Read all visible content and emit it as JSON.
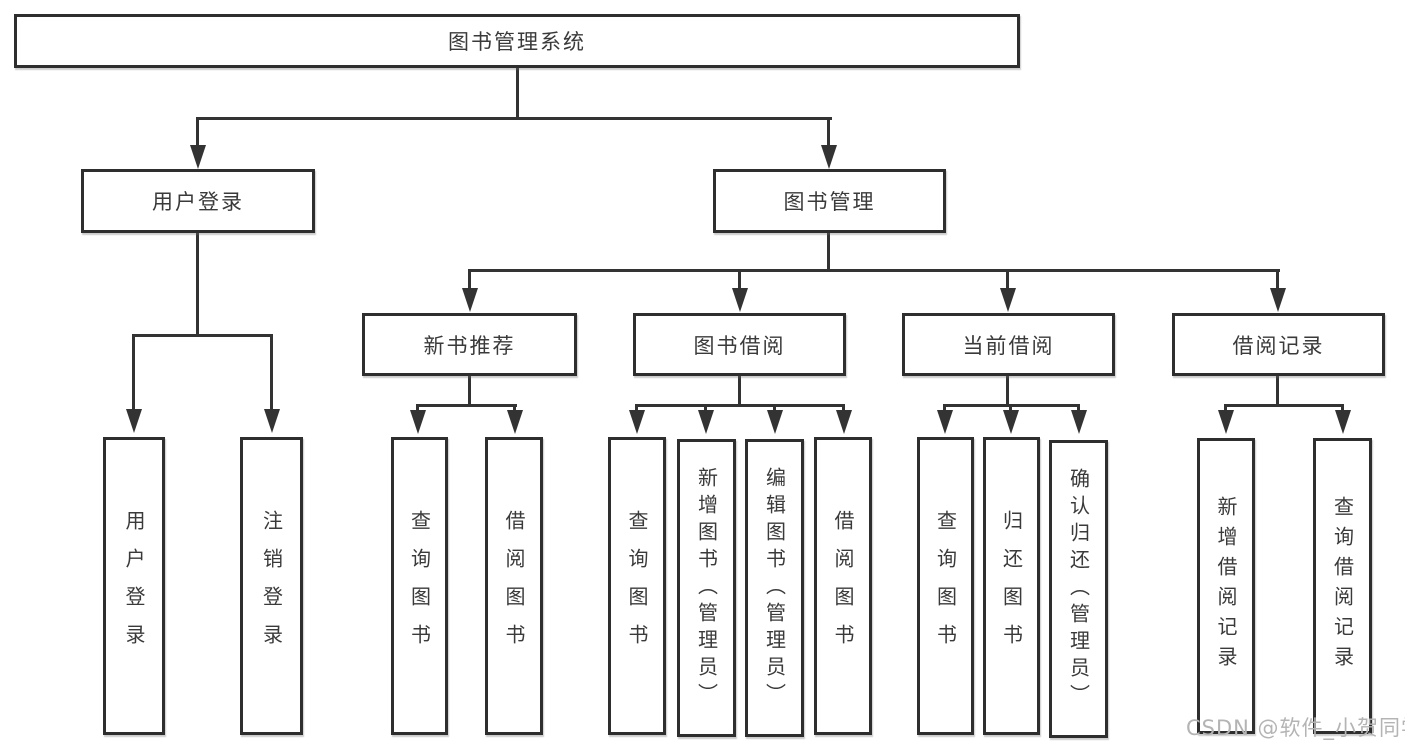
{
  "tree": {
    "label": "图书管理系统",
    "children": [
      {
        "label": "用户登录",
        "children": [
          {
            "label": "用户登录"
          },
          {
            "label": "注销登录"
          }
        ]
      },
      {
        "label": "图书管理",
        "children": [
          {
            "label": "新书推荐",
            "children": [
              {
                "label": "查询图书"
              },
              {
                "label": "借阅图书"
              }
            ]
          },
          {
            "label": "图书借阅",
            "children": [
              {
                "label": "查询图书"
              },
              {
                "label": "新增图书（管理员）"
              },
              {
                "label": "编辑图书（管理员）"
              },
              {
                "label": "借阅图书"
              }
            ]
          },
          {
            "label": "当前借阅",
            "children": [
              {
                "label": "查询图书"
              },
              {
                "label": "归还图书"
              },
              {
                "label": "确认归还（管理员）"
              }
            ]
          },
          {
            "label": "借阅记录",
            "children": [
              {
                "label": "新增借阅记录"
              },
              {
                "label": "查询借阅记录"
              }
            ]
          }
        ]
      }
    ]
  },
  "watermark": "CSDN @软件_小贺同学",
  "colors": {
    "line": "#333333",
    "box_border": "#2e2e2e",
    "text": "#3a3a3a",
    "watermark": "#b4b4b4",
    "background": "#ffffff"
  }
}
